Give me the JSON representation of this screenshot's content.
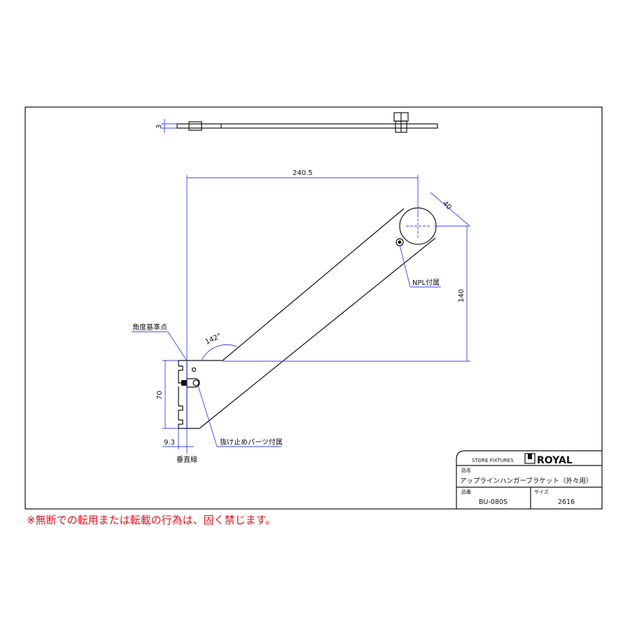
{
  "drawing": {
    "dimensions": {
      "thickness": "3",
      "horizontal_reach": "240.5",
      "ring_diameter": "40",
      "height": "140",
      "angle": "142°",
      "plate_height": "70",
      "plate_offset": "9.3"
    },
    "callouts": {
      "angle_reference": "角度基準点",
      "npl": "NPL付属",
      "stopper": "抜け止めパーツ付属",
      "vertical_line": "垂直線"
    }
  },
  "title_block": {
    "company_label": "STORE FIXTURES",
    "brand": "ROYAL",
    "name_label": "品名",
    "name_value": "アップラインハンガーブラケット（外々用）",
    "code_label": "品番",
    "code_value": "BU-080S",
    "size_label": "サイズ",
    "size_value": "2616"
  },
  "notice": "※無断での転用または転載の行為は、固く禁じます。",
  "colors": {
    "dimension": "#3344ee",
    "notice": "#e0141e"
  }
}
